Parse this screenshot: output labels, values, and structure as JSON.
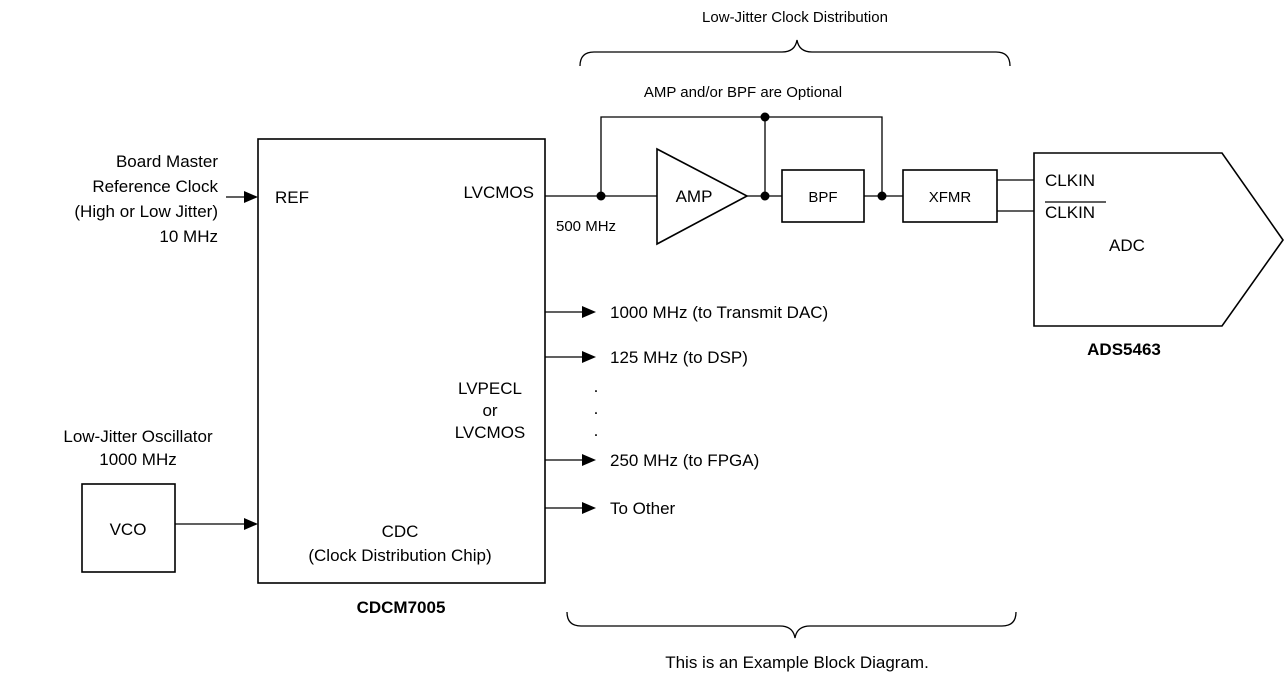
{
  "titles": {
    "distribution": "Low-Jitter Clock Distribution",
    "optional_note": "AMP and/or BPF are Optional",
    "footer": "This is an Example Block Diagram."
  },
  "reference": {
    "line1": "Board Master",
    "line2": "Reference Clock",
    "line3": "(High or Low Jitter)",
    "line4": "10 MHz"
  },
  "oscillator": {
    "line1": "Low-Jitter Oscillator",
    "line2": "1000 MHz",
    "vco_label": "VCO"
  },
  "cdc": {
    "ref_pin": "REF",
    "lvcmos_pin": "LVCMOS",
    "lvpecl_line1": "LVPECL",
    "lvpecl_line2": "or",
    "lvpecl_line3": "LVCMOS",
    "name_line1": "CDC",
    "name_line2": "(Clock Distribution Chip)",
    "part": "CDCM7005"
  },
  "signal_chain": {
    "freq": "500 MHz",
    "amp": "AMP",
    "bpf": "BPF",
    "xfmr": "XFMR"
  },
  "adc": {
    "clkin": "CLKIN",
    "clkin_bar": "CLKIN",
    "name": "ADC",
    "part": "ADS5463"
  },
  "outputs": [
    "1000 MHz (to Transmit DAC)",
    "125 MHz (to DSP)",
    "250 MHz (to FPGA)",
    "To Other"
  ],
  "ellipsis_dots": [
    ".",
    ".",
    "."
  ]
}
